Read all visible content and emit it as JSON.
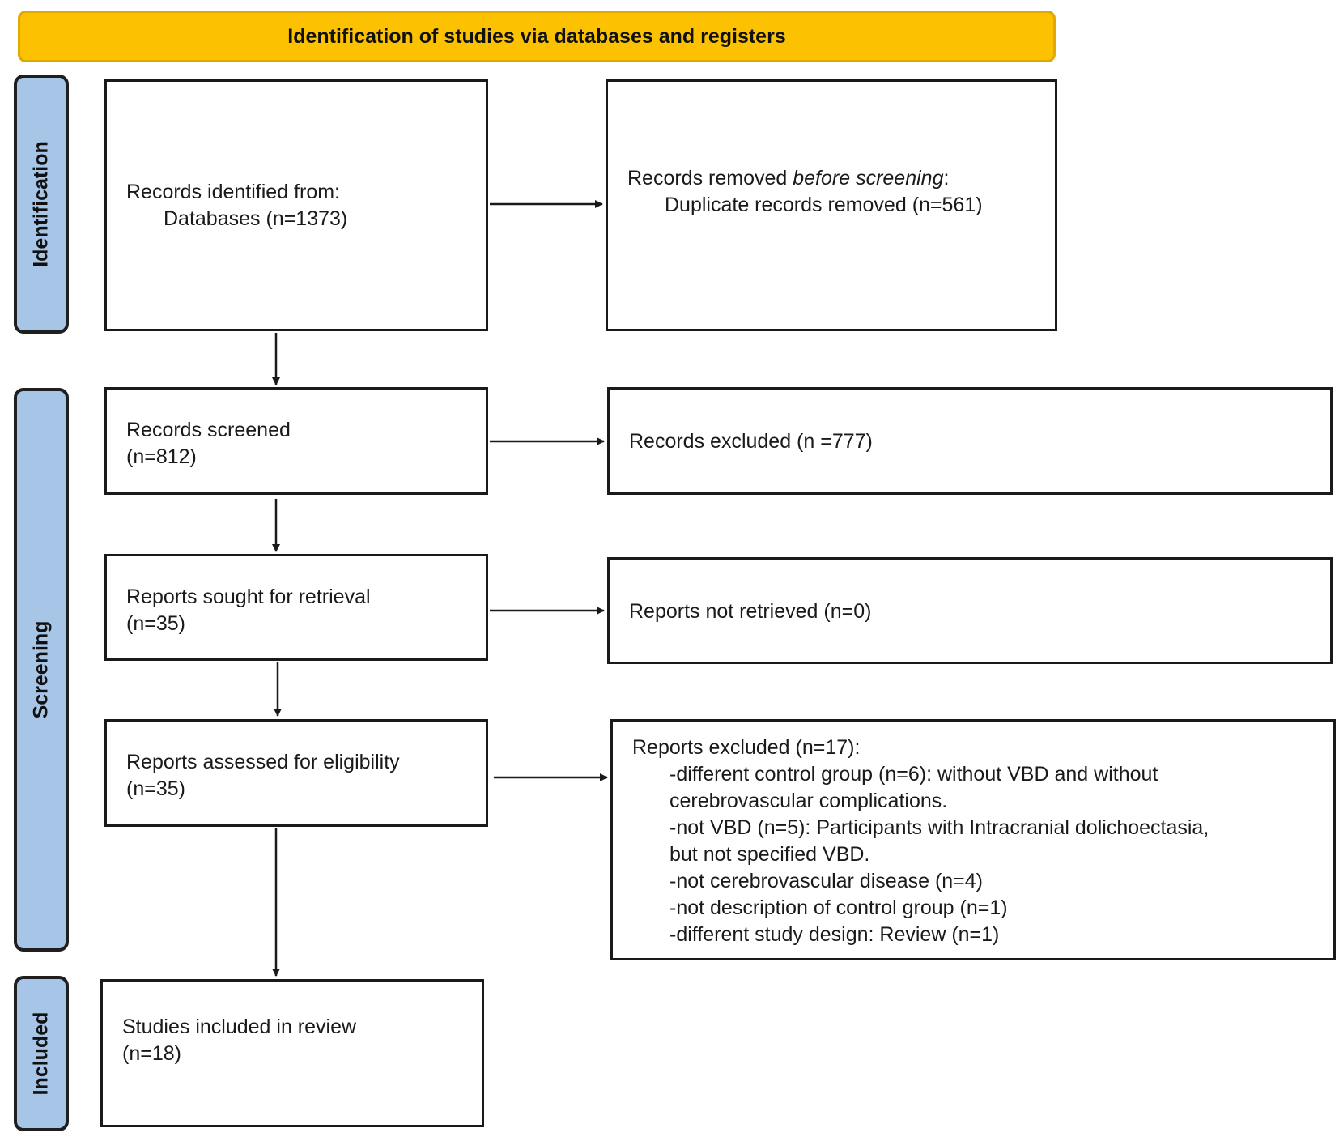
{
  "header": {
    "title": "Identification of studies via databases and registers"
  },
  "phases": {
    "identification": "Identification",
    "screening": "Screening",
    "included": "Included"
  },
  "boxes": {
    "records_identified": {
      "line1": "Records identified from:",
      "line2": "Databases (n=1373)"
    },
    "records_removed": {
      "line1_prefix": "Records removed ",
      "line1_em": "before screening",
      "line1_suffix": ":",
      "line2": "Duplicate records removed (n=561)"
    },
    "records_screened": {
      "line1": "Records screened",
      "line2": "(n=812)"
    },
    "records_excluded": {
      "line1": "Records excluded (n =777)"
    },
    "reports_sought": {
      "line1": "Reports sought for retrieval",
      "line2": "(n=35)"
    },
    "reports_not_retrieved": {
      "line1": "Reports not retrieved (n=0)"
    },
    "reports_assessed": {
      "line1": "Reports assessed for eligibility",
      "line2": "(n=35)"
    },
    "reports_excluded": {
      "title": "Reports excluded (n=17):",
      "lines": [
        "-different control group (n=6): without VBD and without",
        "cerebrovascular complications.",
        "-not VBD (n=5): Participants with Intracranial dolichoectasia,",
        "but not specified VBD.",
        "-not cerebrovascular disease (n=4)",
        "-not description of control group (n=1)",
        "-different study design: Review (n=1)"
      ]
    },
    "studies_included": {
      "line1": "Studies included in review",
      "line2": "(n=18)"
    }
  }
}
